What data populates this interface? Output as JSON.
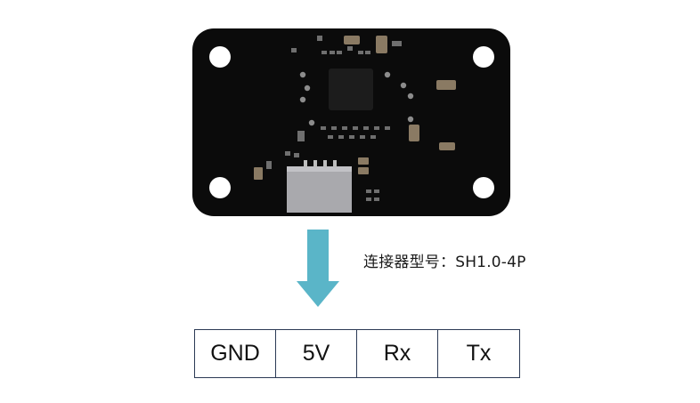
{
  "connector": {
    "label": "连接器型号：SH1.0-4P"
  },
  "pins": [
    {
      "label": "GND"
    },
    {
      "label": "5V"
    },
    {
      "label": "Rx"
    },
    {
      "label": "Tx"
    }
  ],
  "colors": {
    "board": "#0b0b0b",
    "arrow": "#5ab5c8",
    "connector": "#a9a9ad"
  }
}
